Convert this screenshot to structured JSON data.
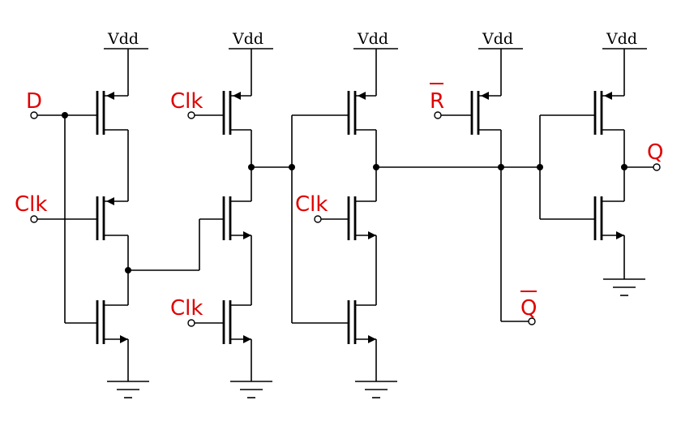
{
  "colors": {
    "wire": "#000000",
    "signal_label": "#e00000",
    "background": "#ffffff"
  },
  "labels": {
    "vdd": "Vdd",
    "d": "D",
    "clk": "Clk",
    "r": "R",
    "q": "Q",
    "qbar": "Q"
  }
}
